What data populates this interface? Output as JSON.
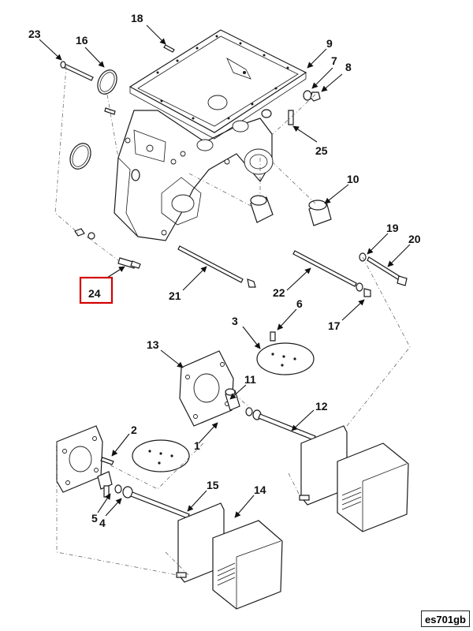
{
  "diagram": {
    "callouts": [
      "23",
      "16",
      "18",
      "9",
      "7",
      "8",
      "25",
      "10",
      "19",
      "20",
      "21",
      "22",
      "17",
      "24",
      "6",
      "3",
      "13",
      "11",
      "12",
      "2",
      "1",
      "5",
      "4",
      "15",
      "14"
    ],
    "highlighted_callout": "24",
    "highlight_color": "#d40000",
    "figure_code": "es701gb"
  }
}
